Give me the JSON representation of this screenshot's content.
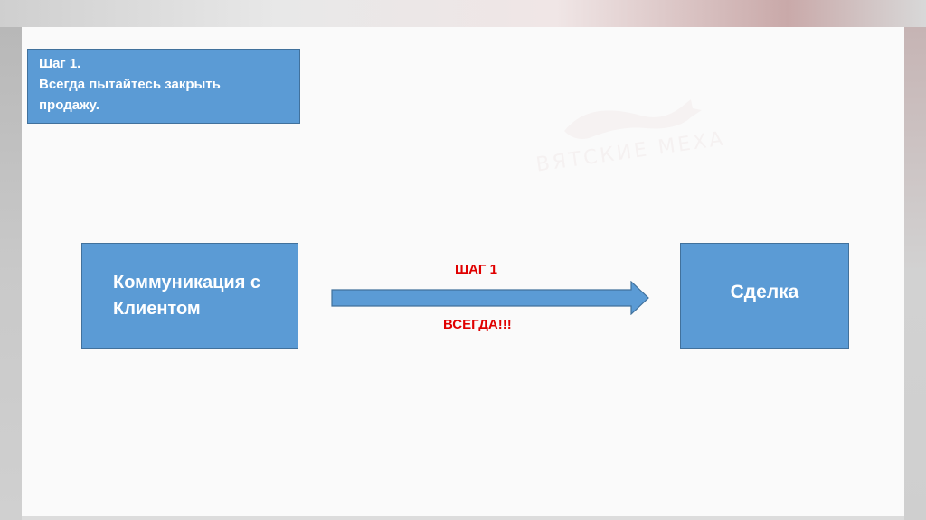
{
  "note": {
    "lines": [
      "Шаг 1.",
      "Всегда пытайтесь закрыть",
      "продажу."
    ]
  },
  "watermark": {
    "text": "ВЯТСКИЕ МЕХА",
    "icon": "fox-logo-icon"
  },
  "diagram": {
    "source_box": {
      "lines": [
        "Коммуникация с",
        "Клиентом"
      ]
    },
    "target_box": {
      "label": "Сделка"
    },
    "arrow": {
      "label_top": "ШАГ 1",
      "label_bottom": "ВСЕГДА!!!"
    }
  },
  "colors": {
    "box_fill": "#5b9bd5",
    "box_border": "#41719c",
    "label_red": "#e00000"
  }
}
